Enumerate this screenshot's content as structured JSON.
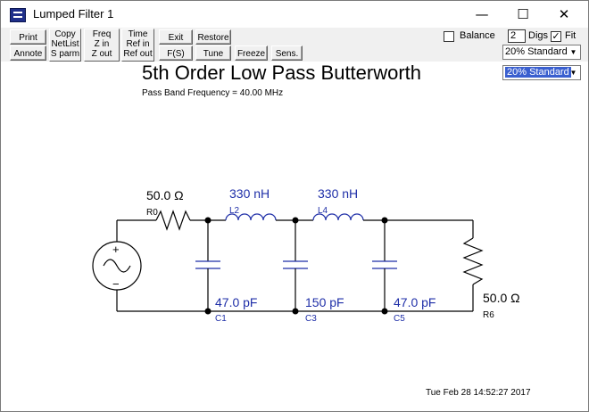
{
  "window": {
    "title": "Lumped Filter 1",
    "minimize_glyph": "—",
    "maximize_glyph": "☐",
    "close_glyph": "✕"
  },
  "toolbar": {
    "print": "Print",
    "annote": "Annote",
    "copy": "Copy",
    "netlist": "NetList",
    "s_parm": "S parm",
    "freq": "Freq",
    "z_in": "Z in",
    "z_out": "Z out",
    "time": "Time",
    "ref_in": "Ref in",
    "ref_out": "Ref out",
    "exit": "Exit",
    "fs": "F(S)",
    "restore": "Restore",
    "tune": "Tune",
    "freeze": "Freeze",
    "sens": "Sens.",
    "balance": "Balance",
    "balance_checked": false,
    "digs_value": "2",
    "digs_label": "Digs",
    "fit_label": "Fit",
    "fit_checked": true,
    "fit_glyph": "✓",
    "tolerance_select": "20% Standard",
    "tolerance_select_2": "20% Standard"
  },
  "plot": {
    "title": "5th Order Low Pass Butterworth",
    "subtitle": "Pass Band Frequency = 40.00 MHz",
    "timestamp": "Tue Feb 28 14:52:27 2017"
  },
  "schematic": {
    "source_plus": "+",
    "source_minus": "−",
    "r0": {
      "ref": "R0",
      "value": "50.0 Ω"
    },
    "l2": {
      "ref": "L2",
      "value": "330 nH"
    },
    "l4": {
      "ref": "L4",
      "value": "330 nH"
    },
    "c1": {
      "ref": "C1",
      "value": "47.0 pF"
    },
    "c3": {
      "ref": "C3",
      "value": "150 pF"
    },
    "c5": {
      "ref": "C5",
      "value": "47.0 pF"
    },
    "r6": {
      "ref": "R6",
      "value": "50.0 Ω"
    },
    "colors": {
      "component": "#1f2fa8",
      "wire": "#000000"
    }
  }
}
